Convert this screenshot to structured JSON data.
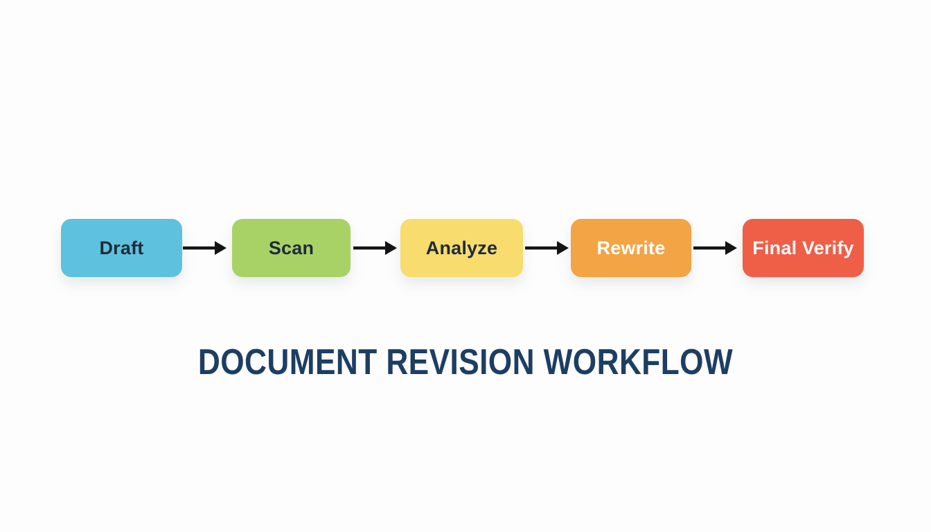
{
  "diagram": {
    "title": "DOCUMENT REVISION WORKFLOW",
    "title_color": "#1d3e63",
    "background_color": "#fdfdfd",
    "arrow_color": "#141414",
    "steps": [
      {
        "label": "Draft",
        "color": "#5ec1dd",
        "text_color": "#1e2b3a"
      },
      {
        "label": "Scan",
        "color": "#a9d266",
        "text_color": "#1e2b3a"
      },
      {
        "label": "Analyze",
        "color": "#f8dc6e",
        "text_color": "#1e2b3a"
      },
      {
        "label": "Rewrite",
        "color": "#f3a445",
        "text_color": "#ffffff"
      },
      {
        "label": "Final Verify",
        "color": "#ef5e47",
        "text_color": "#ffffff"
      }
    ]
  }
}
